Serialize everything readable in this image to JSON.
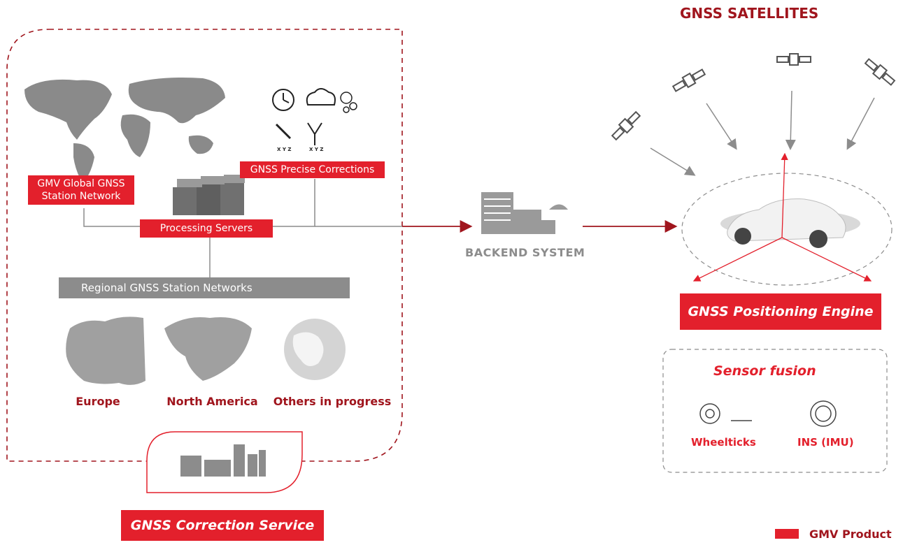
{
  "satellites_title": "GNSS SATELLITES",
  "global_network_label": "GMV Global GNSS Station Network",
  "precise_corrections_label": "GNSS Precise Corrections",
  "processing_servers_label": "Processing Servers",
  "regional_networks_label": "Regional GNSS Station Networks",
  "regions": [
    "Europe",
    "North America",
    "Others in progress"
  ],
  "backend_label": "BACKEND SYSTEM",
  "positioning_engine_label": "GNSS Positioning Engine",
  "sensor_fusion_label": "Sensor fusion",
  "sensors": [
    "Wheelticks",
    "INS (IMU)"
  ],
  "correction_service_label": "GNSS Correction Service",
  "legend_label": "GMV Product",
  "icon_labels": [
    "X Y Z",
    "X Y Z"
  ],
  "colors": {
    "red": "#e3202c",
    "dark_red": "#a0151d",
    "gray": "#8c8c8c"
  }
}
